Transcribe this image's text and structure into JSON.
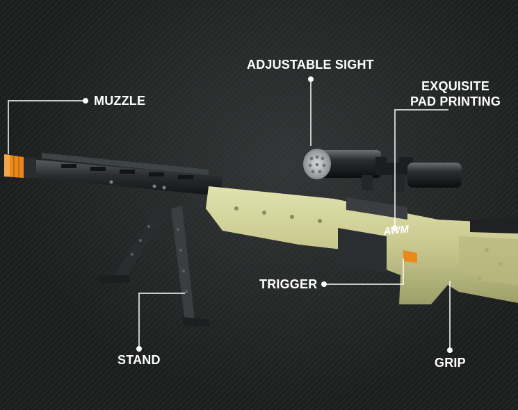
{
  "callouts": {
    "adjustable_sight": "ADJUSTABLE SIGHT",
    "muzzle": "MUZZLE",
    "exquisite_pad_printing_line1": "EXQUISITE",
    "exquisite_pad_printing_line2": "PAD PRINTING",
    "trigger": "TRIGGER",
    "stand": "STAND",
    "grip": "GRIP"
  },
  "model": {
    "stock_print": "AWM"
  },
  "colors": {
    "background": "#1c1e1e",
    "stock_green": "#c9c98f",
    "barrel_dark": "#2a2d2f",
    "muzzle_orange": "#e8891e",
    "label_white": "#ffffff"
  }
}
